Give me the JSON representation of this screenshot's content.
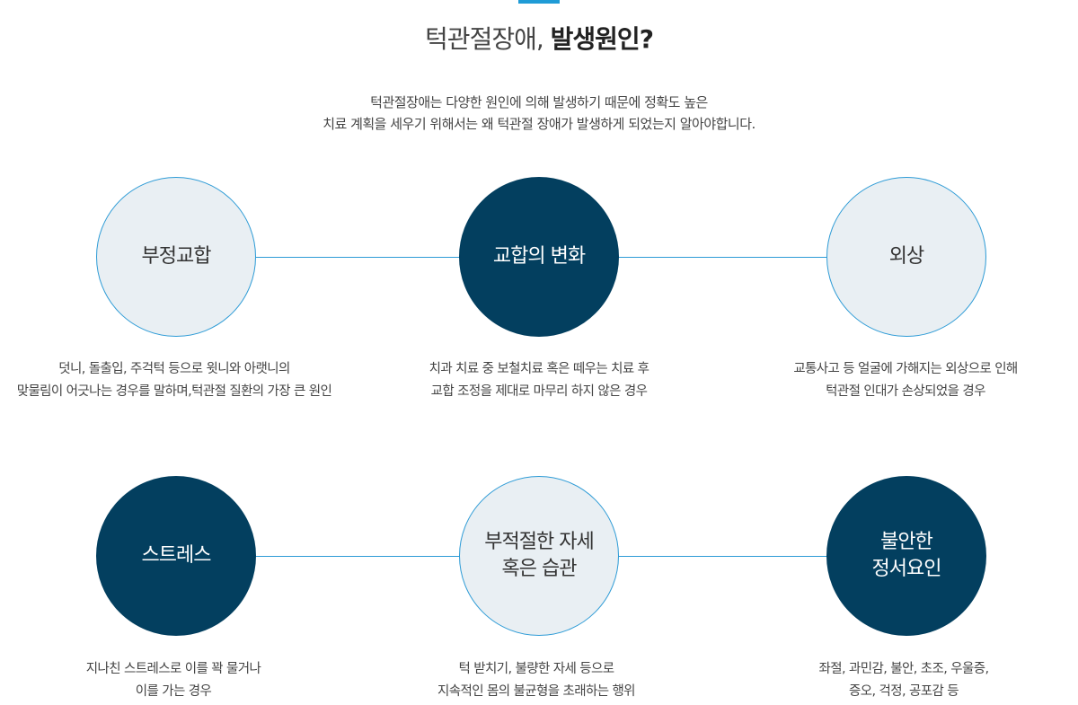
{
  "header": {
    "title_normal": "턱관절장애,",
    "title_bold": "발생원인?",
    "intro_line1": "턱관절장애는 다양한 원인에 의해 발생하기 때문에 정확도 높은",
    "intro_line2": "치료 계획을 세우기 위해서는 왜 턱관절 장애가 발생하게 되었는지 알아야합니다."
  },
  "colors": {
    "accent": "#1f9bd6",
    "dark": "#033f5f",
    "light": "#e9eff3"
  },
  "causes": [
    {
      "label1": "부정교합",
      "label2": "",
      "style": "light",
      "desc1": "덧니, 돌출입, 주걱턱 등으로 윗니와 아랫니의",
      "desc2": "맞물림이 어긋나는 경우를 말하며,턱관절 질환의 가장 큰 원인"
    },
    {
      "label1": "교합의 변화",
      "label2": "",
      "style": "dark",
      "desc1": "치과 치료 중 보철치료 혹은 떼우는 치료 후",
      "desc2": "교합 조정을 제대로 마무리 하지 않은 경우"
    },
    {
      "label1": "외상",
      "label2": "",
      "style": "light",
      "desc1": "교통사고 등 얼굴에 가해지는 외상으로 인해",
      "desc2": "턱관절 인대가 손상되었을 경우"
    },
    {
      "label1": "스트레스",
      "label2": "",
      "style": "dark",
      "desc1": "지나친 스트레스로 이를 꽉 물거나",
      "desc2": "이를 가는 경우"
    },
    {
      "label1": "부적절한 자세",
      "label2": "혹은 습관",
      "style": "light",
      "desc1": "턱 받치기, 불량한 자세 등으로",
      "desc2": "지속적인 몸의 불균형을 초래하는 행위"
    },
    {
      "label1": "불안한",
      "label2": "정서요인",
      "style": "dark",
      "desc1": "좌절, 과민감, 불안, 초조, 우울증,",
      "desc2": "증오, 걱정, 공포감 등"
    }
  ]
}
